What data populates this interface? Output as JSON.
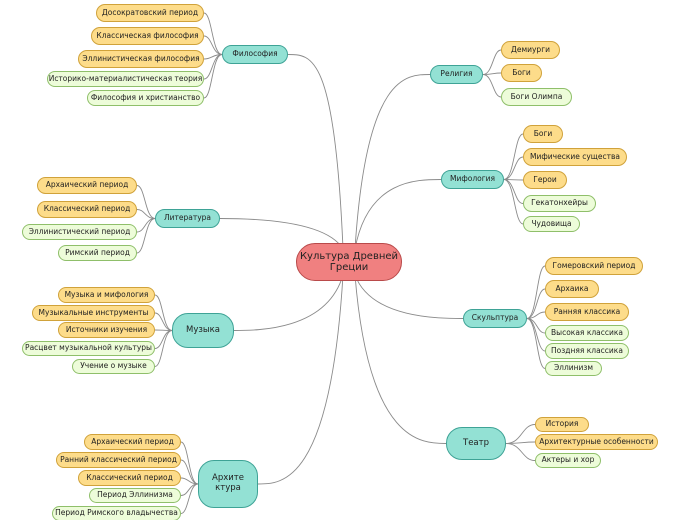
{
  "colors": {
    "root_fill": "#f08080",
    "root_border": "#b94a4a",
    "branch_fill": "#93e1d4",
    "branch_border": "#3ea396",
    "leaf_orange_fill": "#fddc8a",
    "leaf_orange_border": "#d0a23a",
    "leaf_green_fill": "#edfcd9",
    "leaf_green_border": "#8fbf6a",
    "edge": "#8a8a8a",
    "text": "#222222"
  },
  "root": {
    "label": "Культура Древней Греции"
  },
  "branches": [
    {
      "label": "Философия",
      "leaves": [
        {
          "label": "Досократовский период",
          "style": "orange"
        },
        {
          "label": "Классическая философия",
          "style": "orange"
        },
        {
          "label": "Эллинистическая философия",
          "style": "orange"
        },
        {
          "label": "Историко-материалистическая теория",
          "style": "green"
        },
        {
          "label": "Философия и христианство",
          "style": "green"
        }
      ]
    },
    {
      "label": "Литература",
      "leaves": [
        {
          "label": "Архаический период",
          "style": "orange"
        },
        {
          "label": "Классический период",
          "style": "orange"
        },
        {
          "label": "Эллинистический период",
          "style": "green"
        },
        {
          "label": "Римский период",
          "style": "green"
        }
      ]
    },
    {
      "label": "Музыка",
      "leaves": [
        {
          "label": "Музыка и мифология",
          "style": "orange"
        },
        {
          "label": "Музыкальные инструменты",
          "style": "orange"
        },
        {
          "label": "Источники изучения",
          "style": "orange"
        },
        {
          "label": "Расцвет музыкальной культуры",
          "style": "green"
        },
        {
          "label": "Учение о музыке",
          "style": "green"
        }
      ]
    },
    {
      "label": "Архите ктура",
      "leaves": [
        {
          "label": "Архаический период",
          "style": "orange"
        },
        {
          "label": "Ранний классический период",
          "style": "orange"
        },
        {
          "label": "Классический период",
          "style": "orange"
        },
        {
          "label": "Период Эллинизма",
          "style": "green"
        },
        {
          "label": "Период Римского владычества",
          "style": "green"
        }
      ]
    },
    {
      "label": "Религия",
      "leaves": [
        {
          "label": "Демиурги",
          "style": "orange"
        },
        {
          "label": "Боги",
          "style": "orange"
        },
        {
          "label": "Боги Олимпа",
          "style": "green"
        }
      ]
    },
    {
      "label": "Мифология",
      "leaves": [
        {
          "label": "Боги",
          "style": "orange"
        },
        {
          "label": "Мифические существа",
          "style": "orange"
        },
        {
          "label": "Герои",
          "style": "orange"
        },
        {
          "label": "Гекатонхейры",
          "style": "green"
        },
        {
          "label": "Чудовища",
          "style": "green"
        }
      ]
    },
    {
      "label": "Скульптура",
      "leaves": [
        {
          "label": "Гомеровский период",
          "style": "orange"
        },
        {
          "label": "Архаика",
          "style": "orange"
        },
        {
          "label": "Ранняя классика",
          "style": "orange"
        },
        {
          "label": "Высокая классика",
          "style": "green"
        },
        {
          "label": "Поздняя классика",
          "style": "green"
        },
        {
          "label": "Эллинизм",
          "style": "green"
        }
      ]
    },
    {
      "label": "Театр",
      "leaves": [
        {
          "label": "История",
          "style": "orange"
        },
        {
          "label": "Архитектурные особенности",
          "style": "orange"
        },
        {
          "label": "Актеры и хор",
          "style": "green"
        }
      ]
    }
  ]
}
